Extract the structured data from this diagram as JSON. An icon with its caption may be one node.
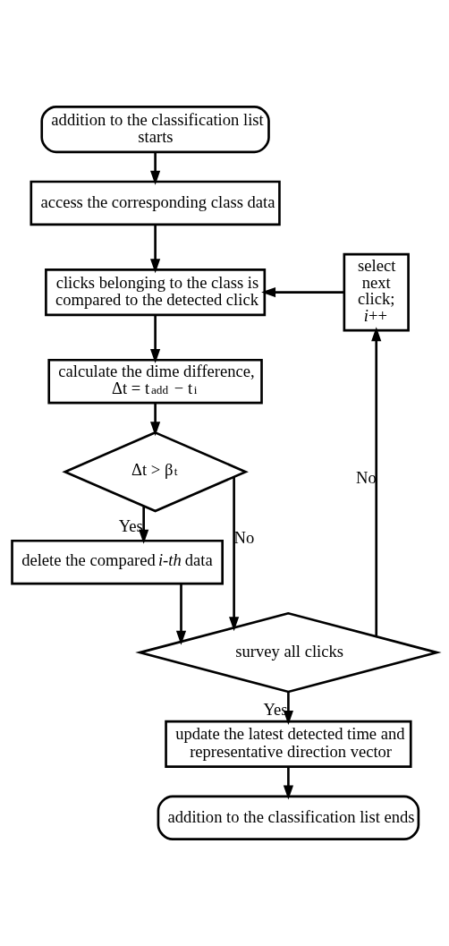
{
  "diagram": {
    "nodes": [
      {
        "text": [
          "addition to the classification list starts"
        ]
      },
      {
        "text": [
          "access the corresponding class data"
        ]
      },
      {
        "text": [
          "clicks belonging to the class is compared to the detected click"
        ]
      },
      {
        "text": [
          "calculate the dime difference, Δt = t$_{add}$ − t$_{i}$"
        ]
      },
      {
        "text": [
          "Δt > β$_{t}$"
        ]
      },
      {
        "text": [
          "delete the compared *i-th* data"
        ]
      },
      {
        "text": [
          "survey all clicks"
        ]
      },
      {
        "text": [
          "update the latest detected time and representative direction vector"
        ]
      },
      {
        "text": [
          "addition to the classification list ends"
        ]
      },
      {
        "text": [
          "select next click; *i*++"
        ]
      }
    ],
    "edges": [
      {
        "from": 0,
        "to": 1,
        "arrow": "to"
      },
      {
        "from": 1,
        "to": 2,
        "arrow": "to"
      },
      {
        "from": 2,
        "to": 3,
        "arrow": "to"
      },
      {
        "from": 3,
        "to": 4,
        "arrow": "to"
      },
      {
        "from": 4,
        "to": 5,
        "arrow": "to",
        "label": "Yes"
      },
      {
        "from": 4,
        "to": 6,
        "arrow": "to",
        "label": "No"
      },
      {
        "from": 5,
        "to": 6,
        "arrow": "to"
      },
      {
        "from": 6,
        "to": 7,
        "arrow": "to",
        "label": "Yes"
      },
      {
        "from": 6,
        "to": 9,
        "arrow": "to",
        "label": "No"
      },
      {
        "from": 9,
        "to": 2,
        "arrow": "to"
      },
      {
        "from": 7,
        "to": 8,
        "arrow": "to"
      }
    ]
  }
}
